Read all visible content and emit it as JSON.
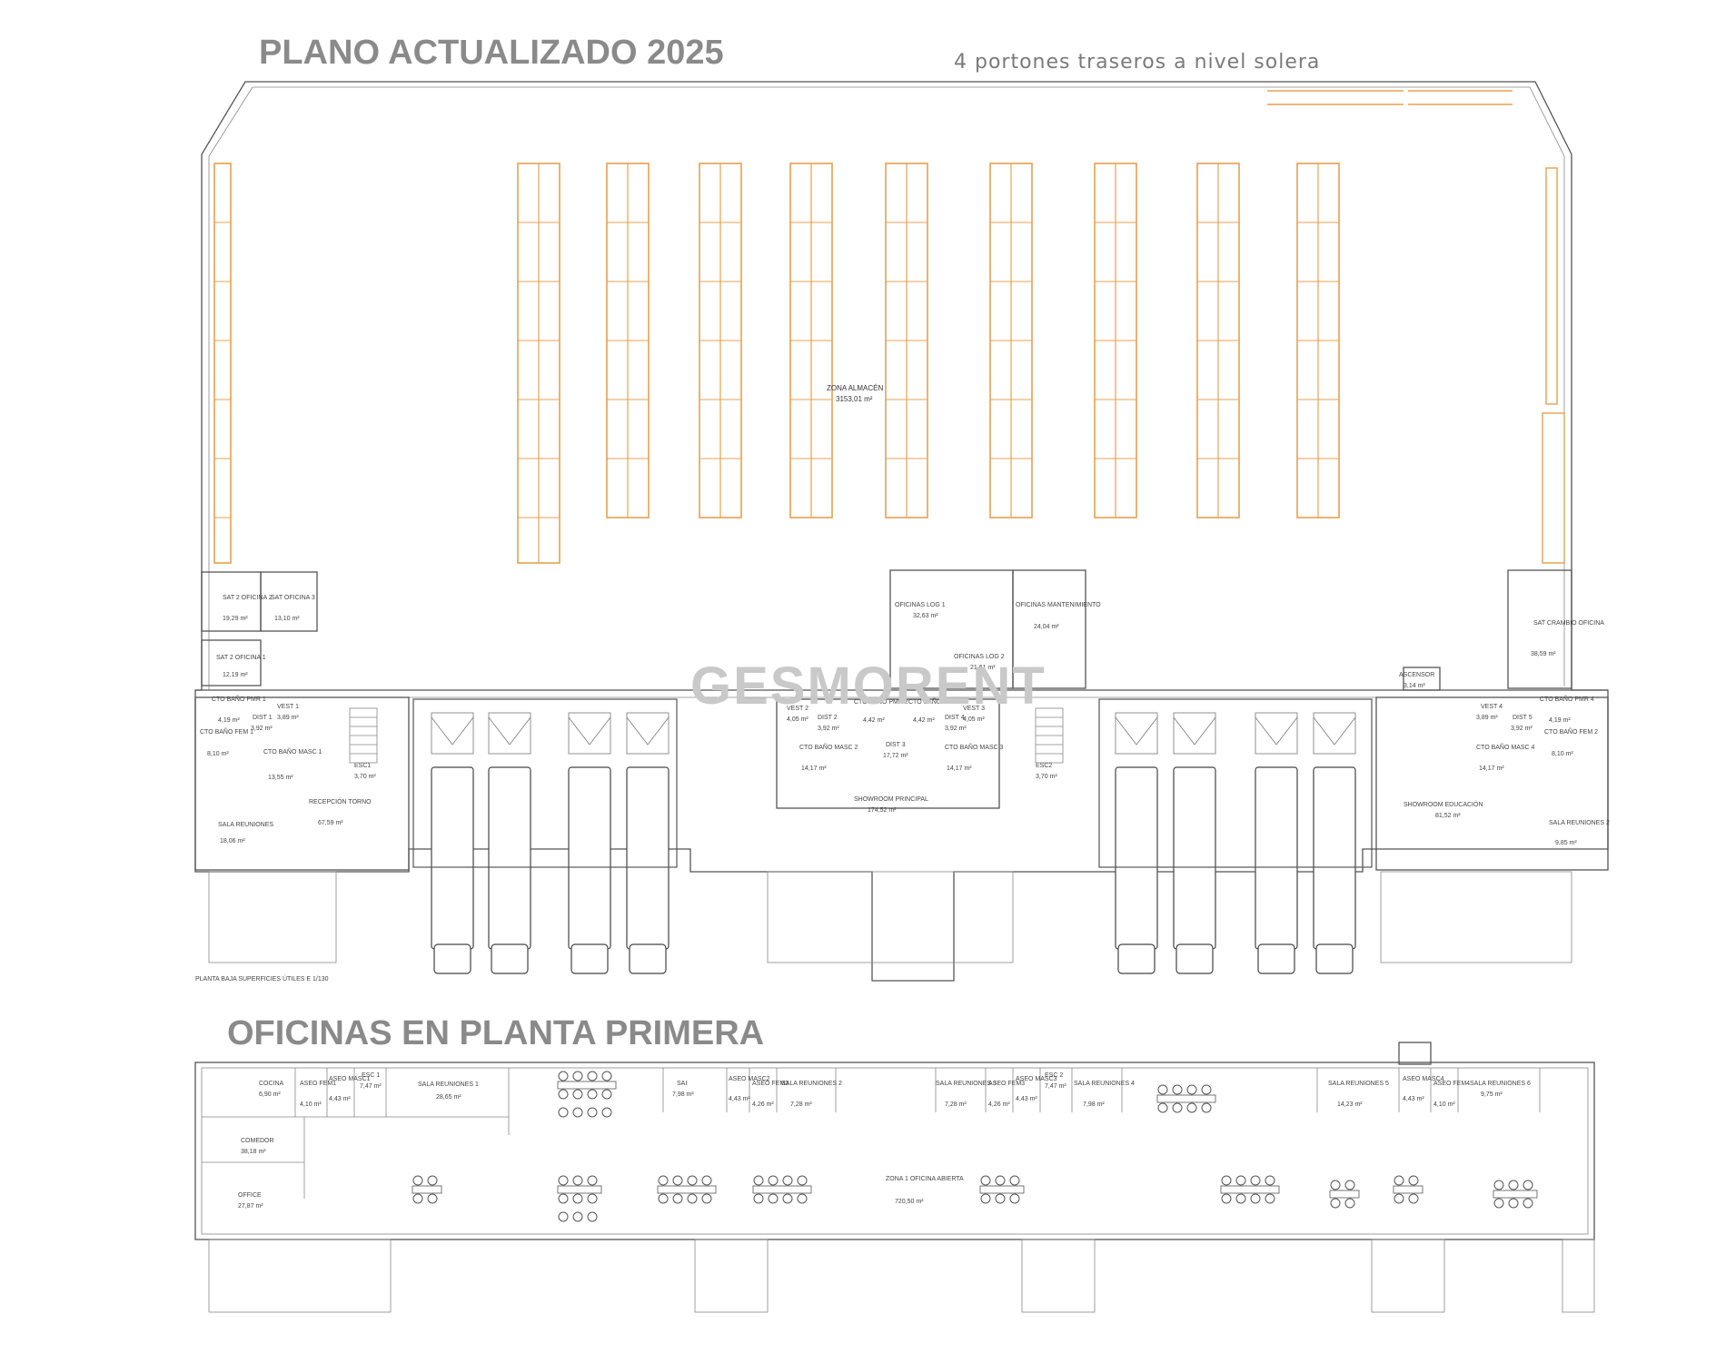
{
  "title": "PLANO ACTUALIZADO 2025",
  "subtitle": "4 portones traseros a nivel solera",
  "section2_title": "OFICINAS EN PLANTA PRIMERA",
  "watermark": "GESMORENT",
  "scale_note": "PLANTA BAJA SUPERFICIES ÚTILES    E 1/130",
  "colors": {
    "rack": "#e8a050",
    "wall": "#555555",
    "title": "#8a8a8a"
  },
  "ground_rooms": {
    "almacen": {
      "name": "ZONA ALMACÉN",
      "area": "3153,01 m²"
    },
    "sat2_of2": {
      "name": "SAT 2 OFICINA 2",
      "area": "19,29 m²"
    },
    "sat_of3": {
      "name": "SAT OFICINA 3",
      "area": "13,10 m²"
    },
    "sat2_of1": {
      "name": "SAT 2 OFICINA 1",
      "area": "12,19 m²"
    },
    "of_log1": {
      "name": "OFICINAS LOG 1",
      "area": "32,63 m²"
    },
    "of_log2": {
      "name": "OFICINAS LOG 2",
      "area": "21,61 m²"
    },
    "of_mant": {
      "name": "OFICINAS MANTENIMIENTO",
      "area": "24,04 m²"
    },
    "sat_cambio": {
      "name": "SAT CRAMBIO OFICINA",
      "area": "38,59 m²"
    },
    "ascensor": {
      "name": "ASCENSOR",
      "area": "3,14 m²"
    },
    "cto_pmr1": {
      "name": "CTO BAÑO PMR 1",
      "area": "4,19 m²"
    },
    "vest1": {
      "name": "VEST 1",
      "area": "3,89 m²"
    },
    "dist1": {
      "name": "DIST 1",
      "area": "3,92 m²"
    },
    "cto_fem1": {
      "name": "CTO BAÑO FEM 1",
      "area": "8,10 m²"
    },
    "cto_masc1": {
      "name": "CTO BAÑO MASC 1",
      "area": "13,55 m²"
    },
    "esc1": {
      "name": "ESC1",
      "area": "3,70 m²"
    },
    "recepcion": {
      "name": "RECEPCIÓN TORNO",
      "area": "67,59 m²"
    },
    "sala_reun1": {
      "name": "SALA REUNIONES",
      "area": "18,06 m²"
    },
    "vest2": {
      "name": "VEST 2",
      "area": "4,05 m²"
    },
    "cto_pmr2": {
      "name": "CTO BAÑO PMR 2",
      "area": "4,42 m²"
    },
    "cto_pmr3": {
      "name": "CTO BAÑO PMR 3",
      "area": "4,42 m²"
    },
    "vest3": {
      "name": "VEST 3",
      "area": "4,05 m²"
    },
    "dist2": {
      "name": "DIST 2",
      "area": "3,92 m²"
    },
    "dist3": {
      "name": "DIST 3",
      "area": "17,72 m²"
    },
    "dist4": {
      "name": "DIST 4",
      "area": "3,92 m²"
    },
    "cto_masc2": {
      "name": "CTO BAÑO MASC 2",
      "area": "14,17 m²"
    },
    "cto_masc3": {
      "name": "CTO BAÑO MASC 3",
      "area": "14,17 m²"
    },
    "showroom": {
      "name": "SHOWROOM PRINCIPAL",
      "area": "174,52 m²"
    },
    "esc2": {
      "name": "ESC2",
      "area": "3,70 m²"
    },
    "vest4": {
      "name": "VEST 4",
      "area": "3,89 m²"
    },
    "cto_pmr4": {
      "name": "CTO BAÑO PMR 4",
      "area": "4,19 m²"
    },
    "dist5": {
      "name": "DIST 5",
      "area": "3,92 m²"
    },
    "cto_fem2": {
      "name": "CTO BAÑO FEM 2",
      "area": "8,10 m²"
    },
    "cto_masc4": {
      "name": "CTO BAÑO MASC 4",
      "area": "14,17 m²"
    },
    "showroom_edu": {
      "name": "SHOWROOM EDUCACIÓN",
      "area": "81,52 m²"
    },
    "sala_reun2": {
      "name": "SALA REUNIONES 2",
      "area": "9,85 m²"
    }
  },
  "first_rooms": {
    "cocina": {
      "name": "COCINA",
      "area": "6,90 m²"
    },
    "aseo_fem1": {
      "name": "ASEO FEM1",
      "area": "4,10 m²"
    },
    "aseo_masc1": {
      "name": "ASEO MASC1",
      "area": "4,43 m²"
    },
    "esc1": {
      "name": "ESC 1",
      "area": "7,47 m²"
    },
    "sala_reun1": {
      "name": "SALA REUNIONES 1",
      "area": "28,65 m²"
    },
    "comedor": {
      "name": "COMEDOR",
      "area": "38,18 m²"
    },
    "office": {
      "name": "OFFICE",
      "area": "27,87 m²"
    },
    "sai": {
      "name": "SAI",
      "area": "7,98 m²"
    },
    "aseo_masc2": {
      "name": "ASEO MASC2",
      "area": "4,43 m²"
    },
    "aseo_fem2": {
      "name": "ASEO FEM2",
      "area": "4,26 m²"
    },
    "sala_reun2": {
      "name": "SALA REUNIONES 2",
      "area": "7,28 m²"
    },
    "zona1": {
      "name": "ZONA 1 OFICINA ABIERTA",
      "area": "720,50 m²"
    },
    "sala_reun3": {
      "name": "SALA REUNIONES 3",
      "area": "7,28 m²"
    },
    "aseo_fem3": {
      "name": "ASEO FEM3",
      "area": "4,26 m²"
    },
    "aseo_masc3": {
      "name": "ASEO MASC3",
      "area": "4,43 m²"
    },
    "esc2": {
      "name": "ESC 2",
      "area": "7,47 m²"
    },
    "sala_reun4": {
      "name": "SALA REUNIONES 4",
      "area": "7,98 m²"
    },
    "sala_reun5": {
      "name": "SALA REUNIONES 5",
      "area": "14,23 m²"
    },
    "aseo_masc4": {
      "name": "ASEO MASC4",
      "area": "4,43 m²"
    },
    "aseo_fem4": {
      "name": "ASEO FEM4",
      "area": "4,10 m²"
    },
    "sala_reun6": {
      "name": "SALA REUNIONES 6",
      "area": "9,75 m²"
    }
  }
}
